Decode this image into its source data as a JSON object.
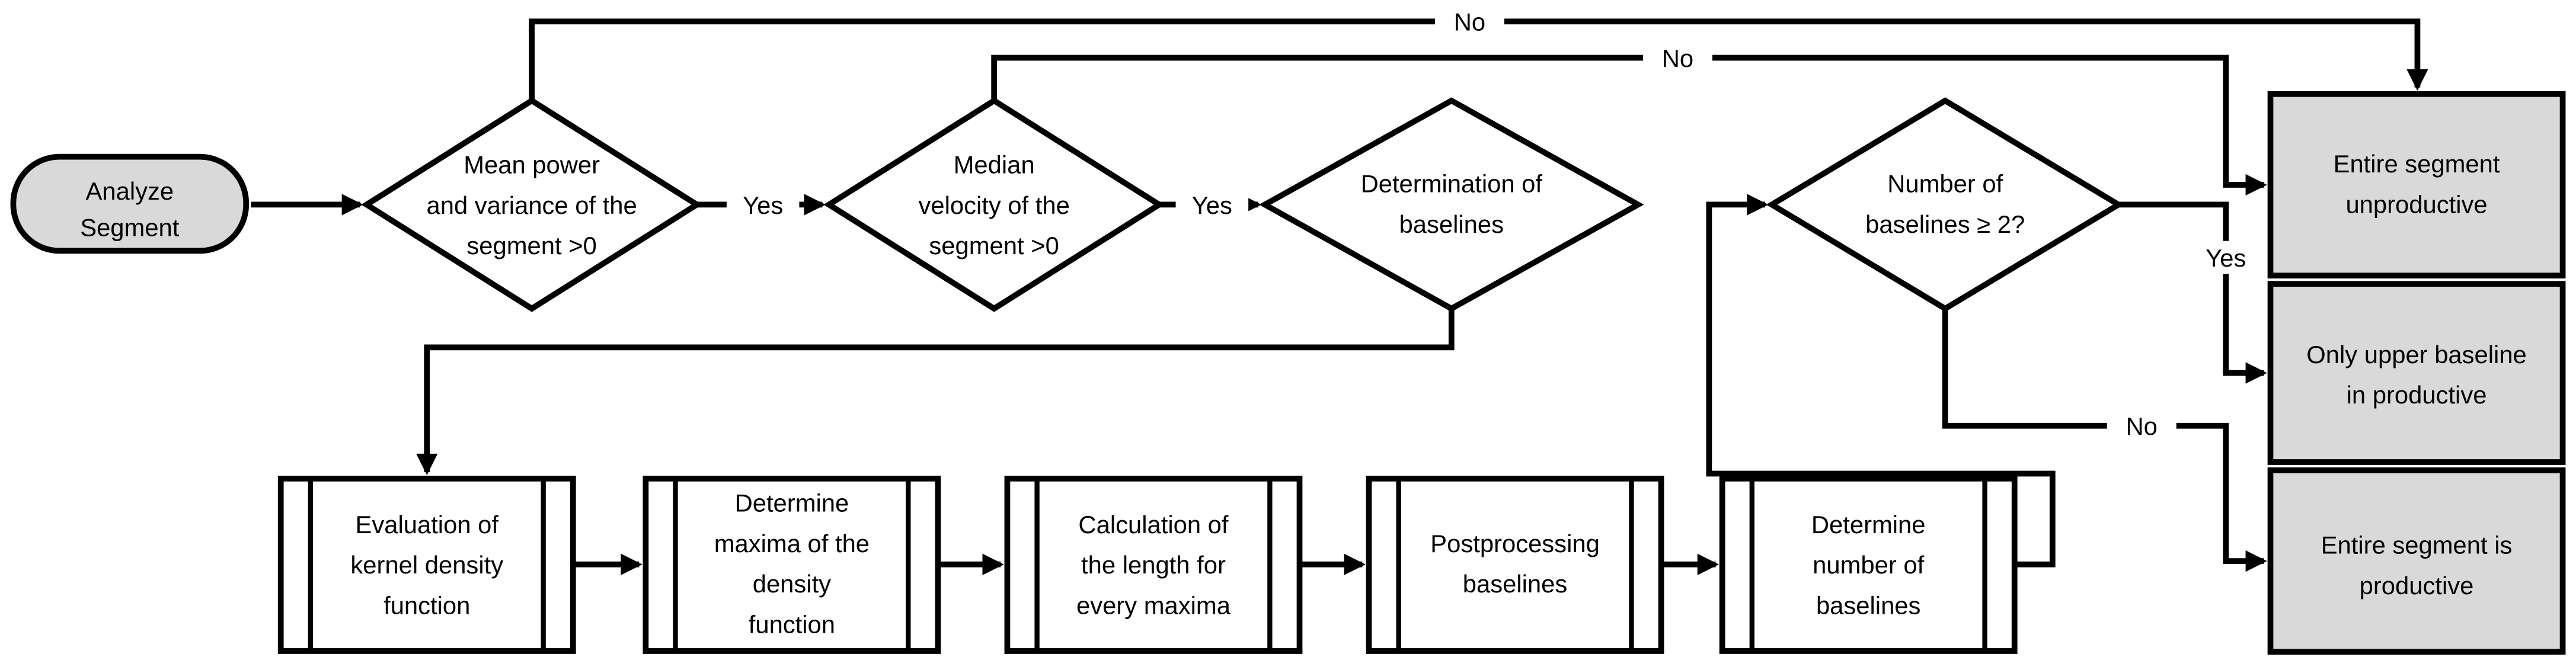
{
  "colors": {
    "background": "#ffffff",
    "stroke": "#000000",
    "shape_fill": "#ffffff",
    "terminal_fill": "#d9d9d9",
    "outcome_fill": "#d9d9d9",
    "text": "#000000"
  },
  "nodes": {
    "start": {
      "type": "terminator",
      "lines": [
        "Analyze",
        "Segment"
      ]
    },
    "decision_power": {
      "type": "decision",
      "lines": [
        "Mean power",
        "and variance of the",
        "segment >0"
      ]
    },
    "decision_velocity": {
      "type": "decision",
      "lines": [
        "Median",
        "velocity of the",
        "segment >0"
      ]
    },
    "decision_baselines": {
      "type": "decision",
      "lines": [
        "Determination of",
        "baselines"
      ]
    },
    "decision_count": {
      "type": "decision",
      "lines": [
        "Number of",
        "baselines ≥ 2?"
      ]
    },
    "process_kernel": {
      "type": "predefined-process",
      "lines": [
        "Evaluation of",
        "kernel density",
        "function"
      ]
    },
    "process_maxima": {
      "type": "predefined-process",
      "lines": [
        "Determine",
        "maxima of the",
        "density",
        "function"
      ]
    },
    "process_length": {
      "type": "predefined-process",
      "lines": [
        "Calculation of",
        "the length for",
        "every maxima"
      ]
    },
    "process_postprocessing": {
      "type": "predefined-process",
      "lines": [
        "Postprocessing",
        "baselines"
      ]
    },
    "process_count": {
      "type": "predefined-process",
      "lines": [
        "Determine",
        "number of",
        "baselines"
      ]
    },
    "outcome_unproductive": {
      "type": "outcome",
      "lines": [
        "Entire segment",
        "unproductive"
      ]
    },
    "outcome_upper": {
      "type": "outcome",
      "lines": [
        "Only upper baseline",
        "in productive"
      ]
    },
    "outcome_productive": {
      "type": "outcome",
      "lines": [
        "Entire segment is",
        "productive"
      ]
    }
  },
  "edge_labels": {
    "no_top": "No",
    "no_mid": "No",
    "yes_1": "Yes",
    "yes_2": "Yes",
    "yes_right": "Yes",
    "no_bottom": "No"
  }
}
